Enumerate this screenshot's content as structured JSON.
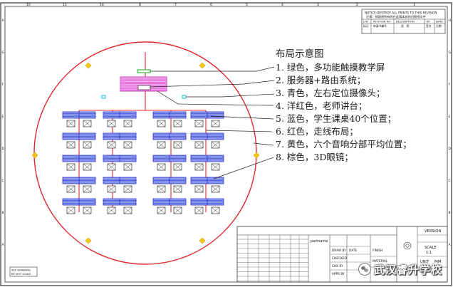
{
  "ruler": {
    "top": [
      "10",
      "11",
      "10",
      "8",
      "7",
      "6",
      "5",
      "4",
      "3",
      "2",
      "1"
    ],
    "left": [
      "H",
      "G",
      "F",
      "E",
      "D",
      "C",
      "B",
      "A"
    ],
    "right": [
      "H",
      "G",
      "F",
      "E",
      "D",
      "C",
      "B",
      "A"
    ]
  },
  "notice": {
    "line1": "NOTICE:DESTROY ALL PRINTS TO THIS REVISION",
    "line2": "注意：销毁原所有的在此版本前的旧图纸文件",
    "headers": [
      "LTR",
      "PETITION NO",
      "DESCRIPTION",
      "BY",
      "DATE"
    ],
    "headers_cn": [
      "标记",
      "申请书编号",
      "说　明",
      "签名",
      "日期"
    ]
  },
  "legend": {
    "title": "布局示意图",
    "items": [
      "1. 绿色，多功能触摸教学屏",
      "2. 服务器+路由系统；",
      "3. 青色，左右定位摄像头；",
      "4. 洋红色，老师讲台；",
      "5. 蓝色，学生课桌40个位置；",
      "6. 红色，走线布局；",
      "7. 黄色，六个音响分部平均位置；",
      "8. 棕色，3D眼镜；"
    ]
  },
  "title_block": {
    "company": "partname",
    "drawn_by": "DRAW BY",
    "checked_by": "CHECKED",
    "chk_by": "CHK BY",
    "appr_by": "APPR BY",
    "date": "DATE",
    "finish": "FINISH",
    "material": "MATERIAL",
    "version": "VERSION",
    "scale": "SCALE",
    "scale_value": "1:1",
    "unit": "UNIT",
    "unit_value": "MM",
    "left_note": "SEE DRAWING\nBY NOT SCALE"
  },
  "watermark": {
    "text": "武汉睿升学校"
  },
  "colors": {
    "circle": "#e0282e",
    "desk_blue": "#2b2fd0",
    "desk_fill": "#8fa0ee",
    "screen_green": "#2fbf3a",
    "podium_magenta": "#d43dc8",
    "camera_cyan": "#18c6d6",
    "speaker_yellow": "#f2c417",
    "frame": "#333333"
  }
}
